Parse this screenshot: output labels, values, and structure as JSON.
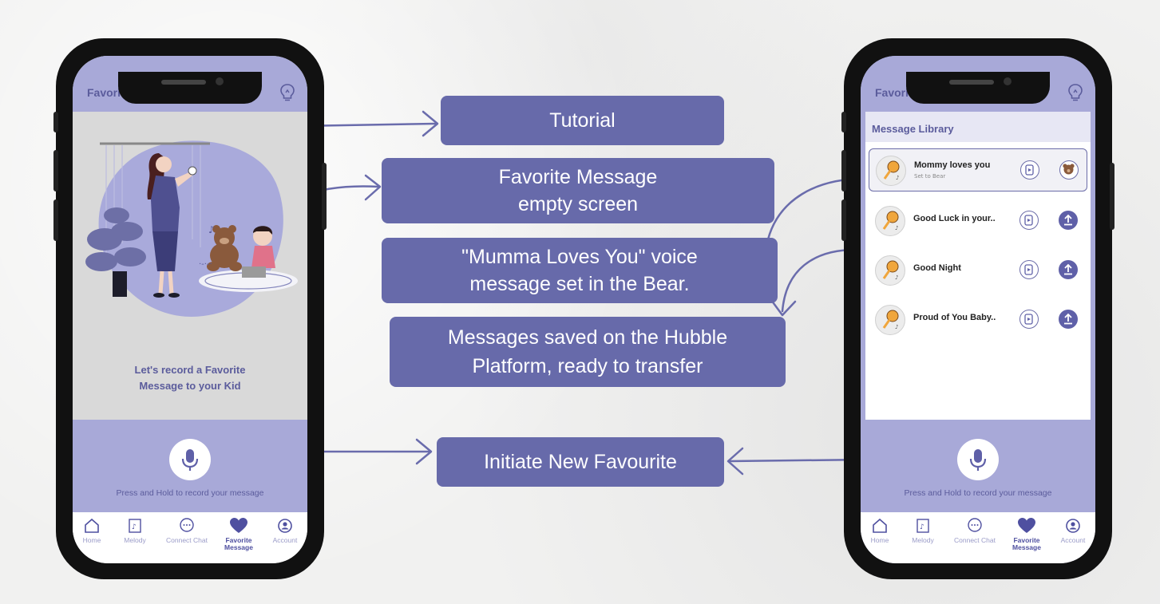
{
  "colors": {
    "accent": "#676aaa",
    "header_bg": "#a8a9d8",
    "header_text": "#5b5c9c",
    "tab_active": "#4f50a0"
  },
  "left_phone": {
    "header_title": "Favorite Message",
    "body_text": "Let's record a Favorite Message to your Kid",
    "record_hint": "Press and Hold to record your message"
  },
  "right_phone": {
    "header_title": "Favorite Message",
    "library_title": "Message Library",
    "messages": [
      {
        "title": "Mommy loves you",
        "subtitle": "Set to Bear",
        "action_icon": "teddy-bear-icon"
      },
      {
        "title": "Good Luck in your..",
        "subtitle": "",
        "action_icon": "upload-icon"
      },
      {
        "title": "Good Night",
        "subtitle": "",
        "action_icon": "upload-icon"
      },
      {
        "title": "Proud of You Baby..",
        "subtitle": "",
        "action_icon": "upload-icon"
      }
    ],
    "record_hint": "Press and Hold to record your message"
  },
  "tabs": [
    {
      "label": "Home",
      "icon": "home-icon"
    },
    {
      "label": "Melody",
      "icon": "music-note-icon"
    },
    {
      "label": "Connect Chat",
      "icon": "chat-bubble-icon"
    },
    {
      "label": "Favorite Message",
      "icon": "heart-icon",
      "active": true
    },
    {
      "label": "Account",
      "icon": "account-icon"
    }
  ],
  "callouts": {
    "tutorial": "Tutorial",
    "empty_screen_line1": "Favorite Message",
    "empty_screen_line2": "empty screen",
    "voice_set_line1": "\"Mumma Loves You\" voice",
    "voice_set_line2": "message set in the Bear.",
    "saved_line1": "Messages saved on the Hubble",
    "saved_line2": "Platform, ready to transfer",
    "initiate": "Initiate New Favourite"
  }
}
